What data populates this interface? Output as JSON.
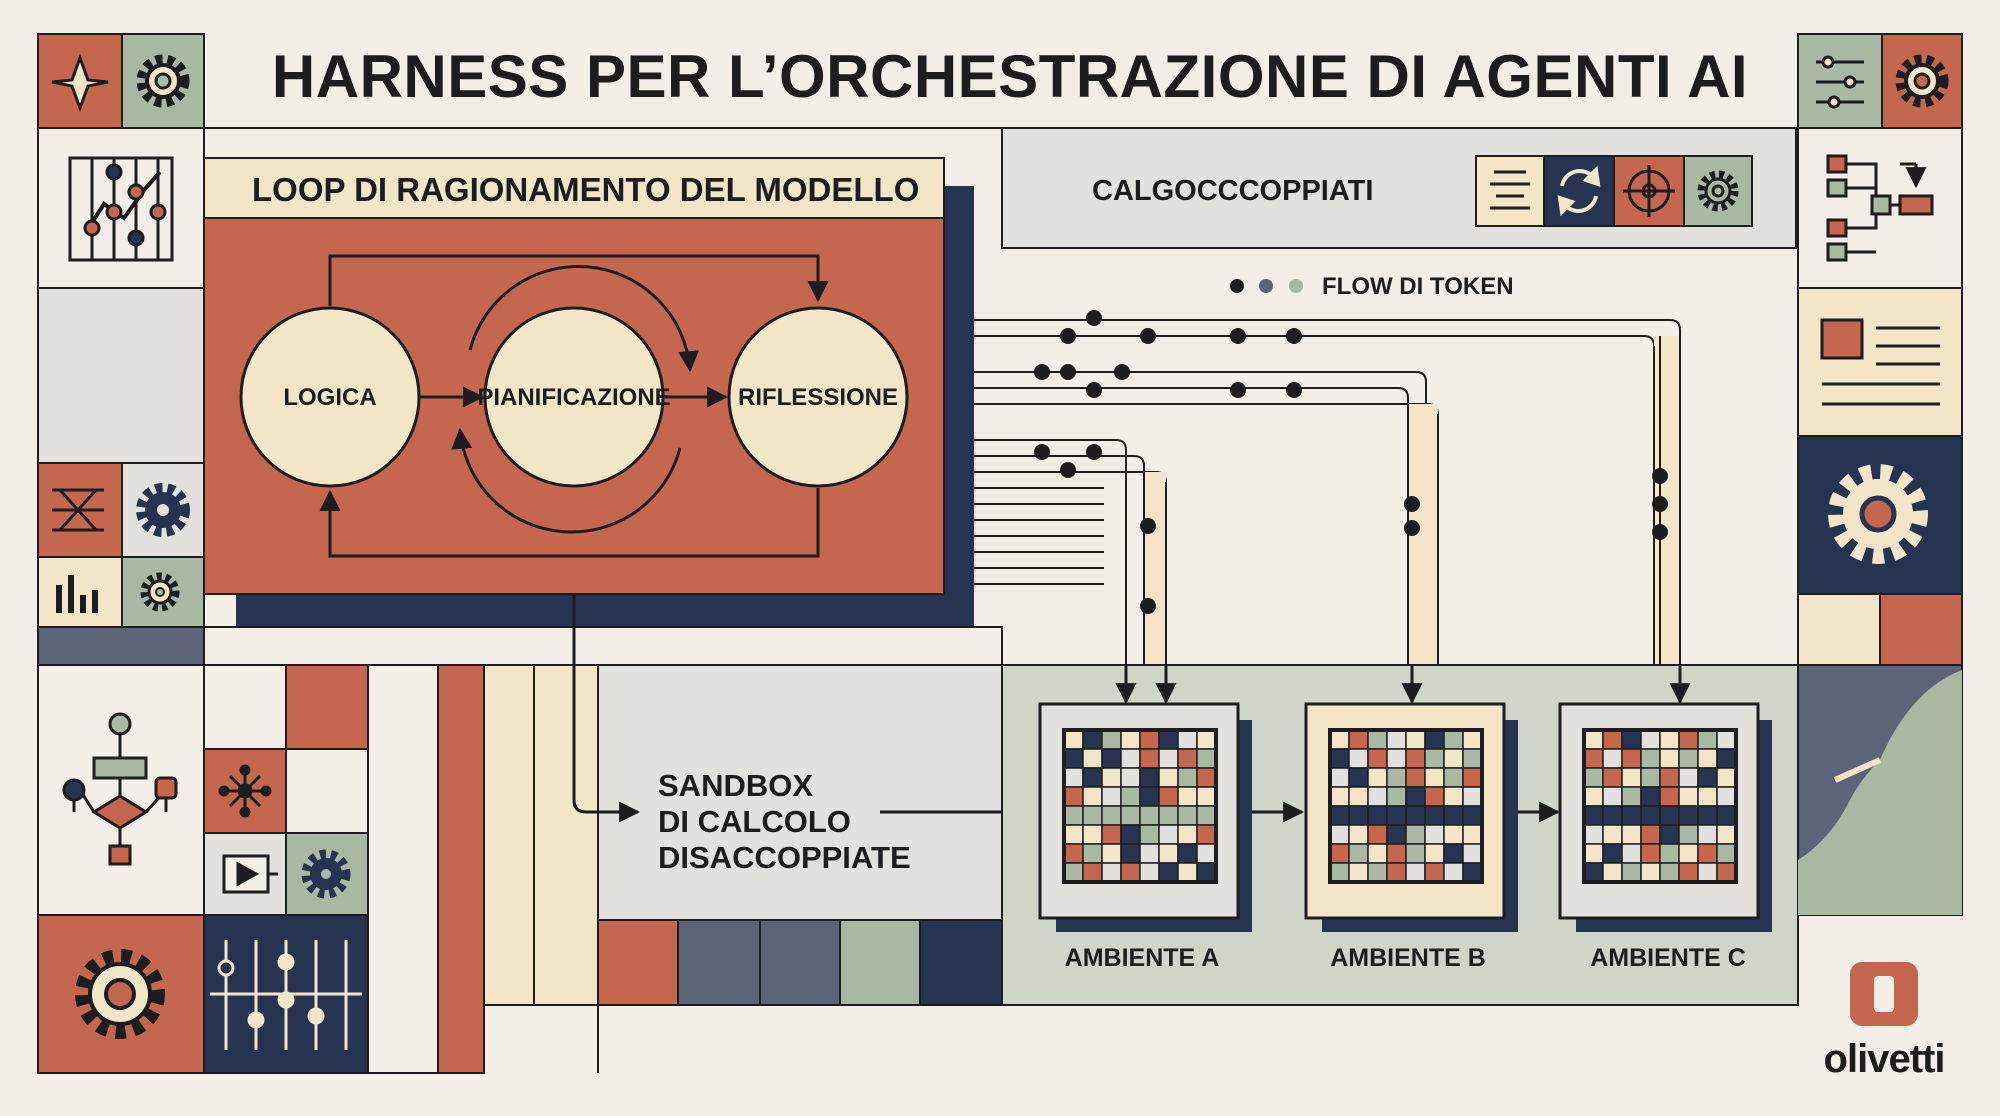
{
  "title": "HARNESS PER L’ORCHESTRAZIONE DI AGENTI AI",
  "loop": {
    "header": "LOOP DI RAGIONAMENTO DEL MODELLO",
    "nodes": [
      "LOGICA",
      "PIANIFICAZIONE",
      "RIFLESSIONE"
    ]
  },
  "coupled_panel": {
    "label": "CALGOCCCOPPIATI",
    "icons": [
      "align-center-icon",
      "refresh-cycle-icon",
      "crosshair-target-icon",
      "gear-icon"
    ]
  },
  "token_flow": {
    "label": "FLOW DI TOKEN"
  },
  "sandbox": {
    "lines": [
      "SANDBOX",
      "DI CALCOLO",
      "DISACCOPPIATE"
    ]
  },
  "environments": [
    "AMBIENTE A",
    "AMBIENTE B",
    "AMBIENTE C"
  ],
  "brand": {
    "name": "olivetti"
  },
  "colors": {
    "background": "#f3efe8",
    "terracotta": "#c4674e",
    "navy": "#263451",
    "sage": "#a8b8a2",
    "cream": "#f3e6c8",
    "slate": "#5e6478",
    "ink": "#1d1d1f"
  }
}
